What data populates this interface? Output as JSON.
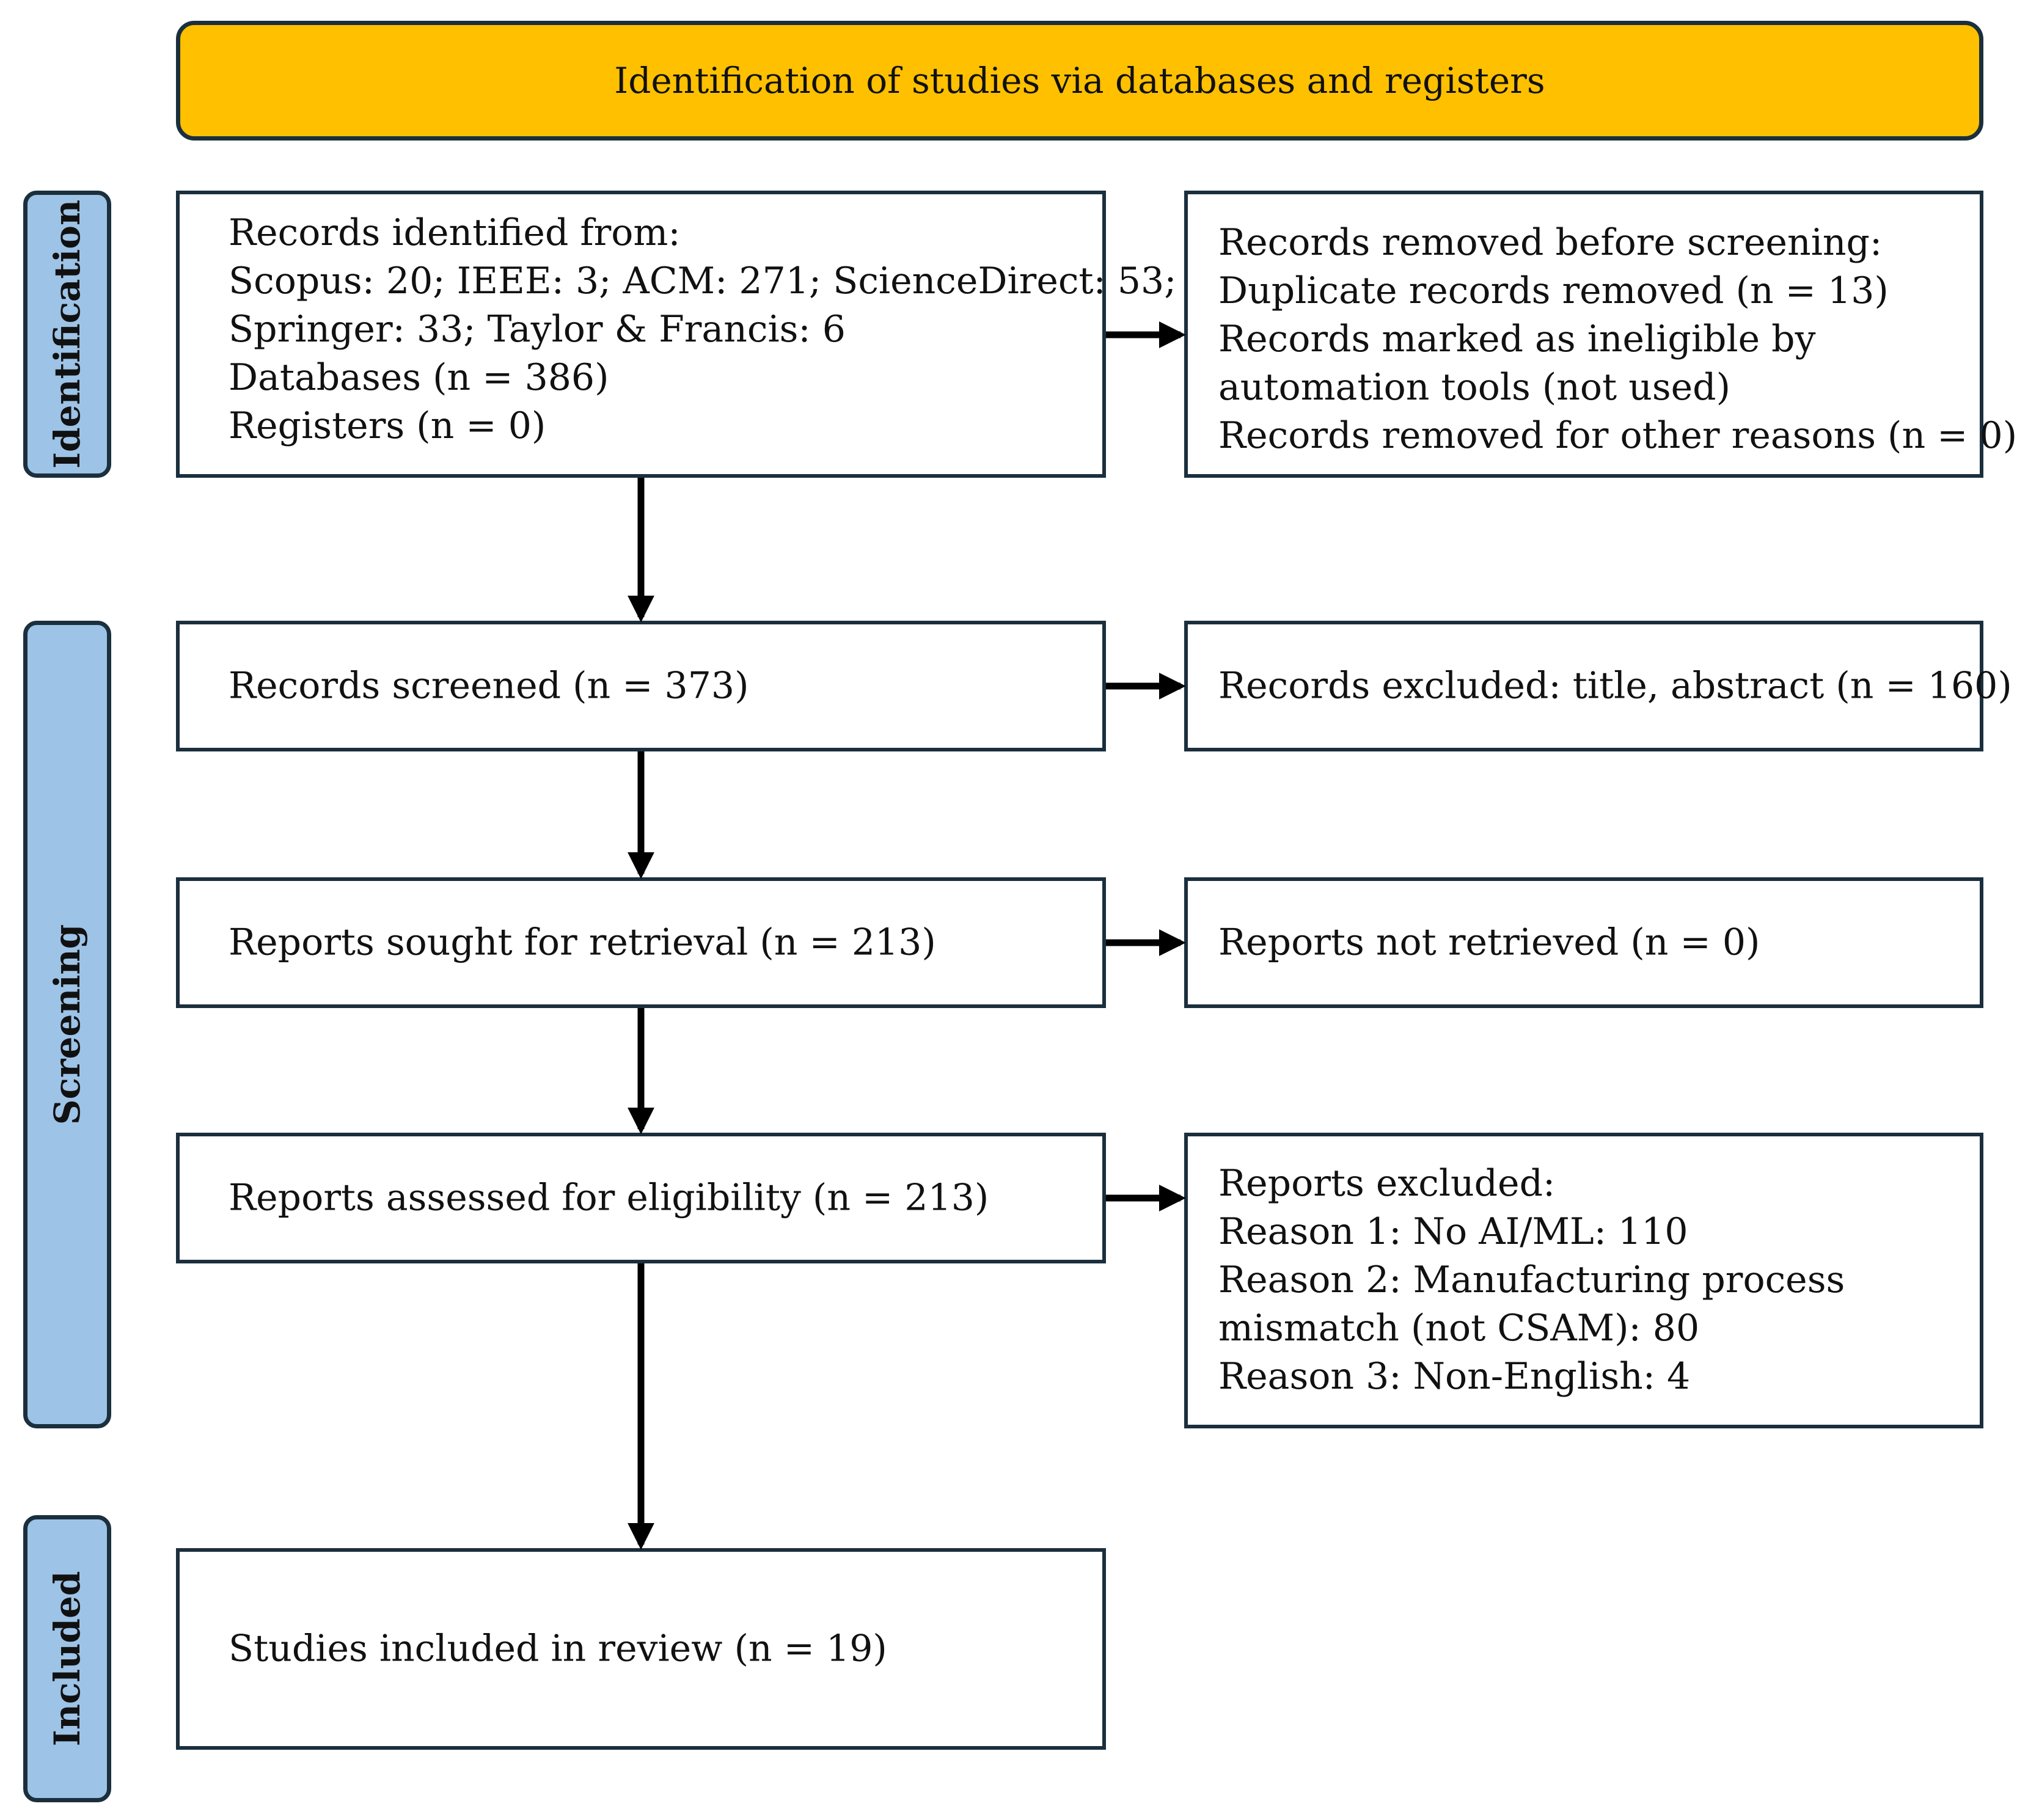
{
  "header": {
    "title": "Identification of studies via databases and registers"
  },
  "phases": {
    "identification": "Identification",
    "screening": "Screening",
    "included": "Included"
  },
  "identification": {
    "records": {
      "line1": "Records identified from:",
      "line2": "Scopus: 20; IEEE: 3; ACM: 271; ScienceDirect: 53;",
      "line3": "Springer:  33; Taylor & Francis: 6",
      "line4": "Databases (n = 386)",
      "line5": "Registers (n = 0)"
    },
    "removed": {
      "line1": "Records removed before screening:",
      "line2": "Duplicate records removed  (n = 13)",
      "line3": "Records marked as ineligible by",
      "line4": "automation tools (not used)",
      "line5": "Records removed for other reasons (n = 0)"
    }
  },
  "screening": {
    "screened": "Records screened (n = 373)",
    "excluded": "Records excluded: title, abstract (n = 160)",
    "sought": "Reports sought for retrieval (n = 213)",
    "not_retrieved": "Reports not retrieved (n = 0)",
    "assessed": "Reports assessed for eligibility (n = 213)",
    "reports_excluded": {
      "line1": "Reports excluded:",
      "line2": "Reason 1: No AI/ML: 110",
      "line3": "Reason 2: Manufacturing process",
      "line4": "mismatch (not CSAM): 80",
      "line5": "Reason 3: Non-English: 4"
    }
  },
  "included": {
    "studies": "Studies included in review (n = 19)"
  },
  "colors": {
    "header_fill": "#ffc000",
    "phase_fill": "#9dc3e6",
    "border": "#1b2f3d",
    "arrow": "#000000"
  }
}
